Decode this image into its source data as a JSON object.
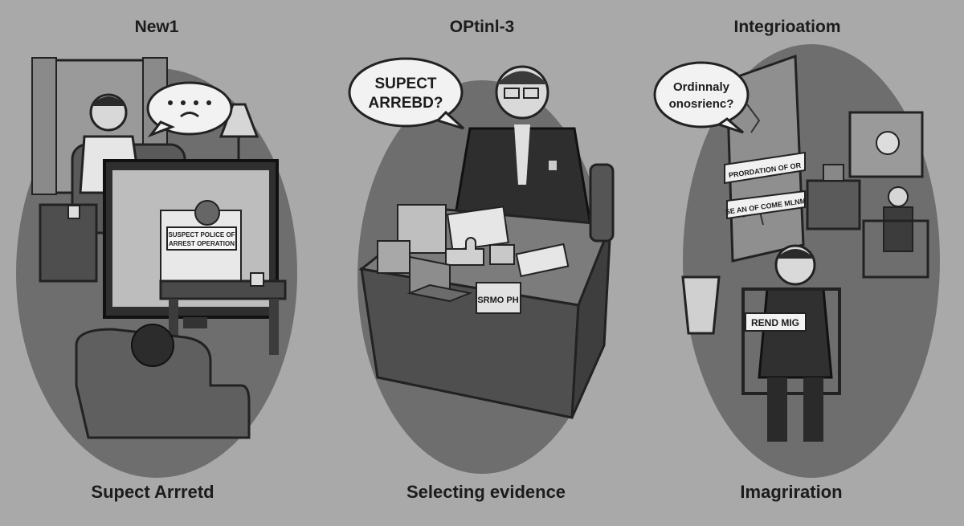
{
  "panels": [
    {
      "title": "New1",
      "speech_bubble": "",
      "tv_caption_line1": "SUSPECT POLICE OF",
      "tv_caption_line2": "ARREST OPERATION",
      "caption": "Supect Arrretd"
    },
    {
      "title": "OPtinl-3",
      "speech_bubble_line1": "SUPECT",
      "speech_bubble_line2": "ARREBD?",
      "desk_note": "SRMO PH",
      "caption": "Selecting evidence"
    },
    {
      "title": "Integrioatiom",
      "speech_bubble_line1": "Ordinnaly",
      "speech_bubble_line2": "onosrienc?",
      "tape_line1": "PRORDATION OF OR",
      "tape_line2": "SE AN OF COME MLNM",
      "badge": "REND MIG",
      "caption": "Imagriration"
    }
  ],
  "colors": {
    "background": "#a9a9a9",
    "spotlight": "#6e6e6e",
    "ink": "#1c1c1c"
  }
}
